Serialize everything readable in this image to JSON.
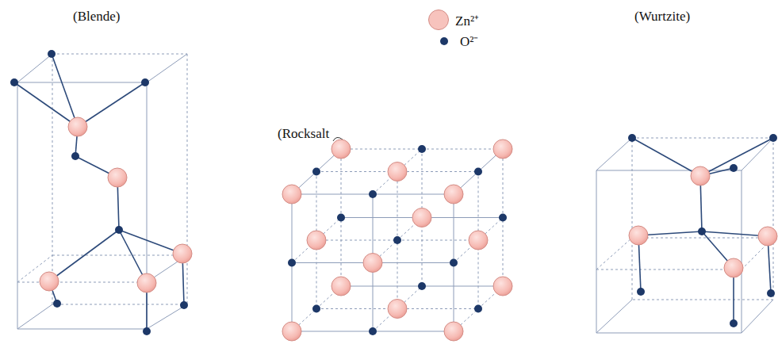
{
  "diagram": {
    "labels": [
      "(Blende)",
      "(Rocksalt",
      "(Wurtzite)"
    ],
    "legend": [
      {
        "text": "Zn²⁺",
        "color": "#f7c3bd"
      },
      {
        "text": "O²⁻",
        "color": "#1d3868"
      }
    ]
  }
}
